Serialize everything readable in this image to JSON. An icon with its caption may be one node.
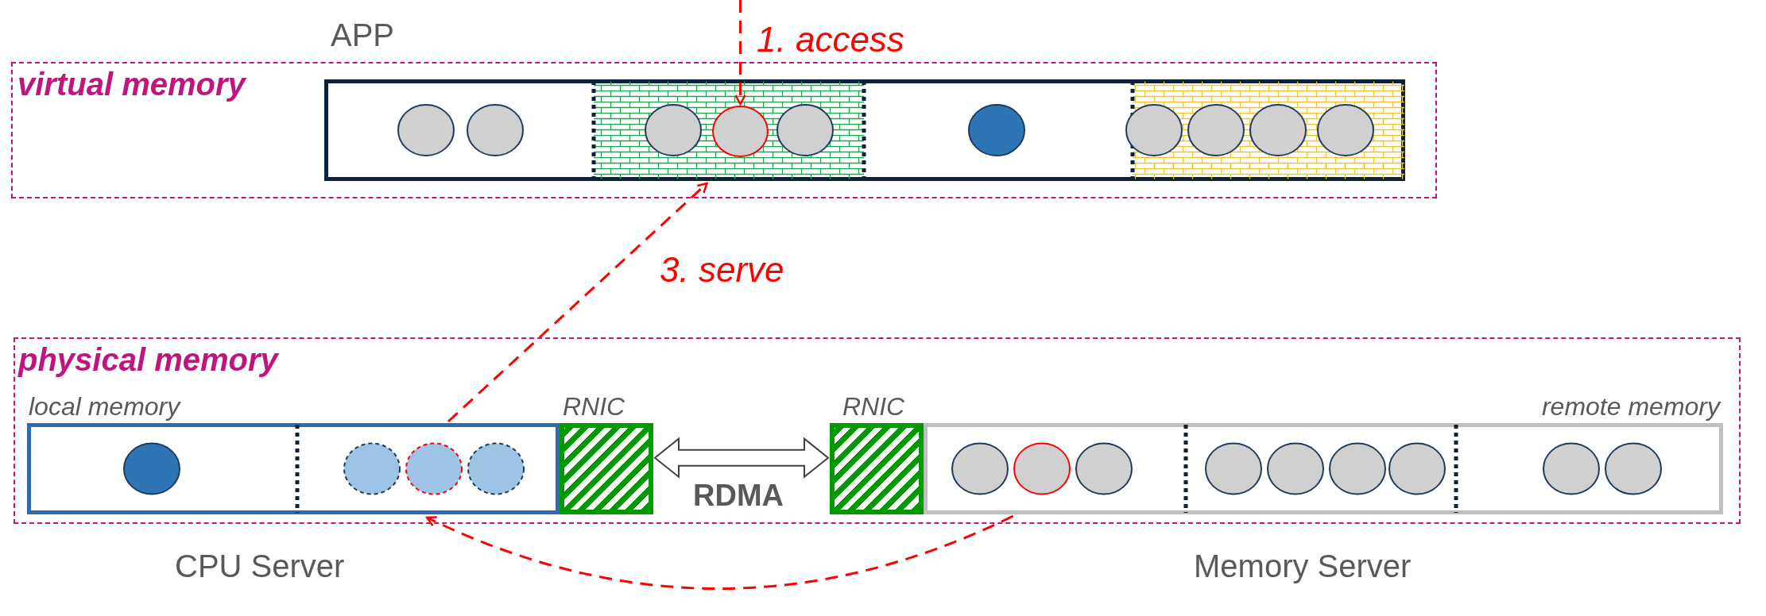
{
  "diagram": {
    "nodes": [
      {
        "text": [
          "virtual memory"
        ]
      },
      {
        "text": [
          "APP"
        ],
        "in": 0
      },
      {
        "text": [],
        "shape": "circle",
        "in": 1
      },
      {
        "text": [
          "physical memory"
        ]
      },
      {
        "text": [
          "local memory"
        ],
        "beside": [
          "CPU Server"
        ],
        "in": 3
      },
      {
        "text": [
          "RNIC"
        ],
        "in": 3
      },
      {
        "text": [
          "RNIC"
        ],
        "in": 3
      },
      {
        "text": [
          "remote memory"
        ],
        "beside": [
          "Memory Server"
        ],
        "in": 3
      }
    ],
    "edges": [
      {
        "from": null,
        "to": 2,
        "arrow": "to",
        "label": "1. access",
        "style": "dashed"
      },
      {
        "from": 4,
        "to": 1,
        "arrow": "to",
        "label": "3. serve",
        "style": "dashed"
      },
      {
        "from": 7,
        "to": 4,
        "arrow": "to",
        "style": "dashed"
      },
      {
        "from": 5,
        "to": 6,
        "arrow": "both",
        "label": "RDMA",
        "style": "thick",
        "color": "#404040"
      }
    ]
  }
}
